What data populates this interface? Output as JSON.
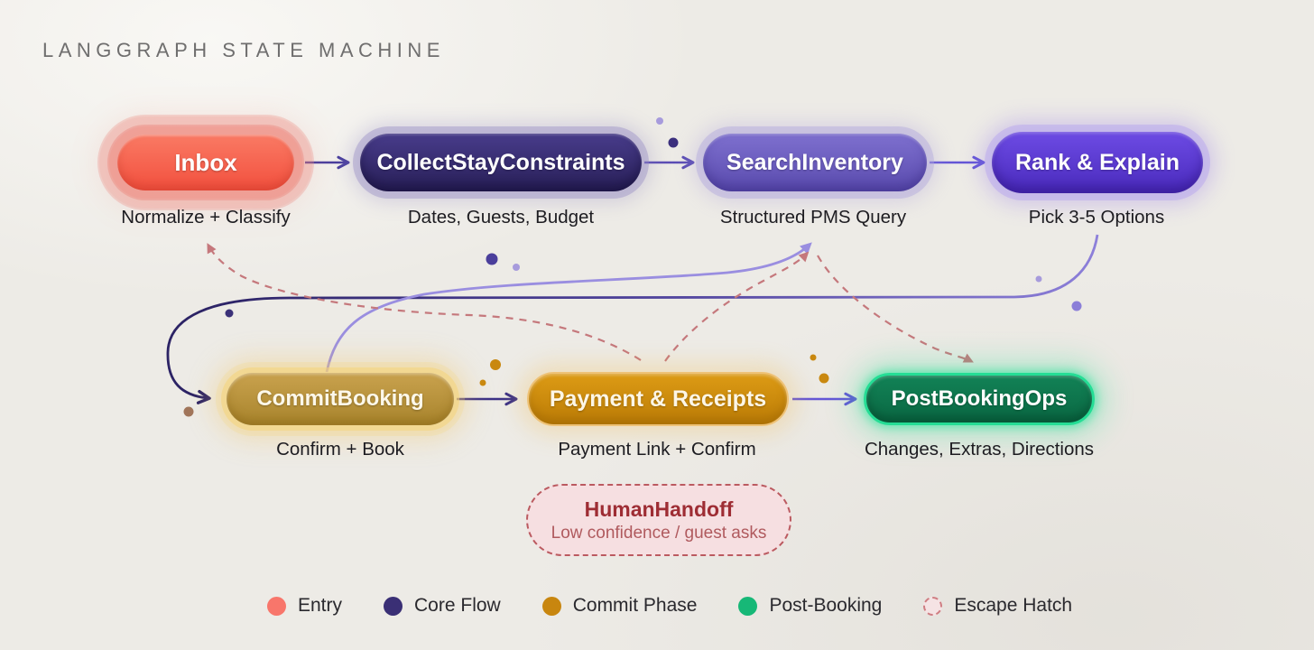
{
  "title": "LANGGRAPH STATE MACHINE",
  "nodes": {
    "inbox": {
      "label": "Inbox",
      "caption": "Normalize + Classify",
      "category": "Entry"
    },
    "collect": {
      "label": "CollectStayConstraints",
      "caption": "Dates, Guests, Budget",
      "category": "Core Flow"
    },
    "search": {
      "label": "SearchInventory",
      "caption": "Structured PMS Query",
      "category": "Core Flow"
    },
    "rank": {
      "label": "Rank & Explain",
      "caption": "Pick 3-5 Options",
      "category": "Core Flow"
    },
    "commit": {
      "label": "CommitBooking",
      "caption": "Confirm + Book",
      "category": "Commit Phase"
    },
    "payment": {
      "label": "Payment & Receipts",
      "caption": "Payment Link + Confirm",
      "category": "Commit Phase"
    },
    "postops": {
      "label": "PostBookingOps",
      "caption": "Changes, Extras, Directions",
      "category": "Post-Booking"
    },
    "handoff": {
      "label": "HumanHandoff",
      "caption": "Low confidence / guest asks",
      "category": "Escape Hatch"
    }
  },
  "edges": [
    {
      "from": "Inbox",
      "to": "CollectStayConstraints",
      "style": "solid"
    },
    {
      "from": "CollectStayConstraints",
      "to": "SearchInventory",
      "style": "solid"
    },
    {
      "from": "SearchInventory",
      "to": "Rank & Explain",
      "style": "solid"
    },
    {
      "from": "Rank & Explain",
      "to": "CommitBooking",
      "style": "solid"
    },
    {
      "from": "CommitBooking",
      "to": "Payment & Receipts",
      "style": "solid"
    },
    {
      "from": "Payment & Receipts",
      "to": "PostBookingOps",
      "style": "solid"
    },
    {
      "from": "CommitBooking",
      "to": "SearchInventory",
      "style": "solid"
    },
    {
      "from": "Payment & Receipts",
      "to": "Inbox",
      "style": "dashed"
    },
    {
      "from": "Payment & Receipts",
      "to": "SearchInventory",
      "style": "dashed"
    },
    {
      "from": "SearchInventory",
      "to": "PostBookingOps",
      "style": "dashed"
    }
  ],
  "legend": [
    {
      "label": "Entry",
      "color": "#f8766b",
      "style": "solid"
    },
    {
      "label": "Core Flow",
      "color": "#3a2f75",
      "style": "solid"
    },
    {
      "label": "Commit Phase",
      "color": "#c8860f",
      "style": "solid"
    },
    {
      "label": "Post-Booking",
      "color": "#17b877",
      "style": "solid"
    },
    {
      "label": "Escape Hatch",
      "color": "#cf7d82",
      "style": "dashed"
    }
  ],
  "colors": {
    "background": "#edebe6",
    "entry": "#f4604e",
    "core_dark": "#342a6b",
    "core_mid": "#6a5ec0",
    "core_bright": "#5b3bd6",
    "commit": "#b8912f",
    "payment": "#cf8a12",
    "post": "#0f7a52",
    "post_glow": "#23dd95",
    "escape_border": "#bb5a60",
    "escape_fill": "#f6dfe1",
    "edge_dark": "#2c2365",
    "edge_purple": "#6456d6",
    "edge_light": "#9a8ee0",
    "edge_dashed": "#c5787c"
  }
}
